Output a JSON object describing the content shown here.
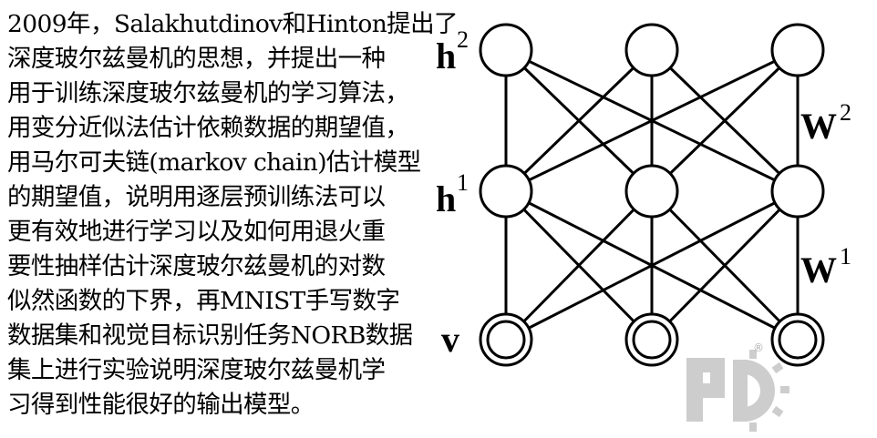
{
  "paragraph": {
    "lines": [
      "2009年，Salakhutdinov和Hinton提出了",
      "深度玻尔兹曼机的思想，并提出一种",
      "用于训练深度玻尔兹曼机的学习算法，",
      "用变分近似法估计依赖数据的期望值，",
      "用马尔可夫链(markov chain)估计模型",
      "的期望值，说明用逐层预训练法可以",
      "更有效地进行学习以及如何用退火重",
      "要性抽样估计深度玻尔兹曼机的对数",
      "似然函数的下界，再MNIST手写数字",
      "数据集和视觉目标识别任务NORB数据",
      "集上进行实验说明深度玻尔兹曼机学",
      "习得到性能很好的输出模型。"
    ]
  },
  "diagram": {
    "layers": [
      {
        "base": "h",
        "sup": "2",
        "node_count": 3
      },
      {
        "base": "h",
        "sup": "1",
        "node_count": 3
      },
      {
        "base": "v",
        "sup": "",
        "node_count": 3
      }
    ],
    "weights": [
      {
        "base": "W",
        "sup": "2"
      },
      {
        "base": "W",
        "sup": "1"
      }
    ]
  },
  "watermark": {
    "registered_mark": "®"
  }
}
